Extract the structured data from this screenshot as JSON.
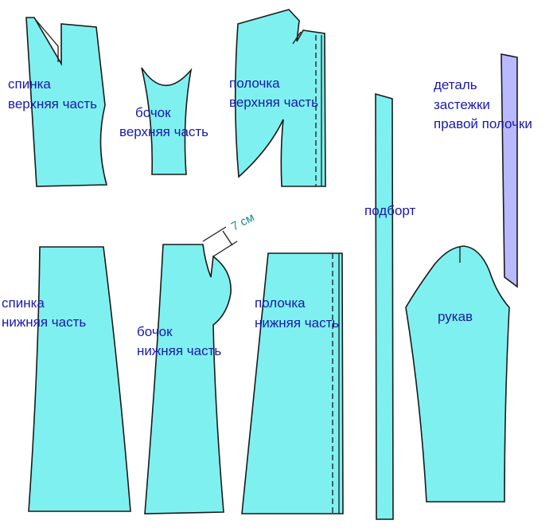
{
  "colors": {
    "piece_fill": "#7ff0f0",
    "placket_fill": "#b9b9ff",
    "outline": "#1a1a1a",
    "label": "#1a1aa8",
    "dimension": "#1a8a8a"
  },
  "labels": {
    "back_upper": [
      "спинка",
      "верхняя часть"
    ],
    "side_upper": [
      "бочок",
      "верхняя часть"
    ],
    "front_upper": [
      "полочка",
      "верхняя часть"
    ],
    "placket": [
      "деталь",
      "застежки",
      "правой полочки"
    ],
    "facing": "подборт",
    "back_lower": [
      "спинка",
      "нижняя часть"
    ],
    "side_lower": [
      "бочок",
      "нижняя часть"
    ],
    "front_lower": [
      "полочка",
      "нижняя часть"
    ],
    "sleeve": "рукав",
    "dimension": "7 см"
  }
}
